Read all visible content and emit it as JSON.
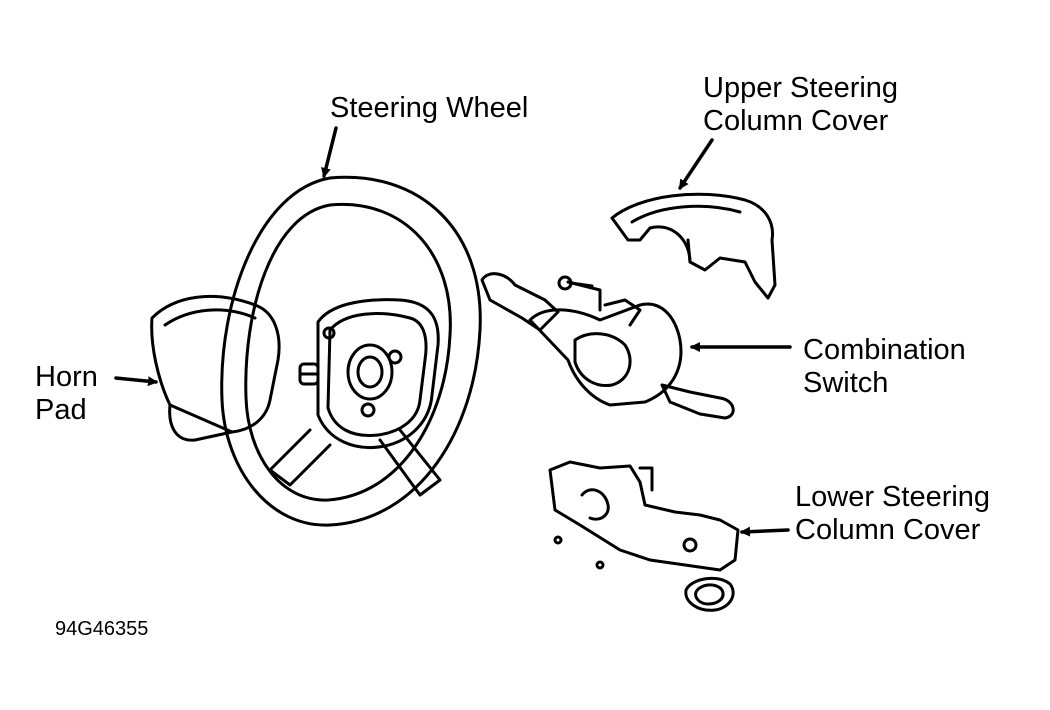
{
  "labels": {
    "steering_wheel": "Steering Wheel",
    "upper_cover_line1": "Upper Steering",
    "upper_cover_line2": "Column Cover",
    "horn_pad_line1": "Horn",
    "horn_pad_line2": "Pad",
    "combination_switch_line1": "Combination",
    "combination_switch_line2": "Switch",
    "lower_cover_line1": "Lower Steering",
    "lower_cover_line2": "Column Cover"
  },
  "figure_code": "94G46355",
  "colors": {
    "ink": "#000000",
    "paper": "#ffffff"
  }
}
